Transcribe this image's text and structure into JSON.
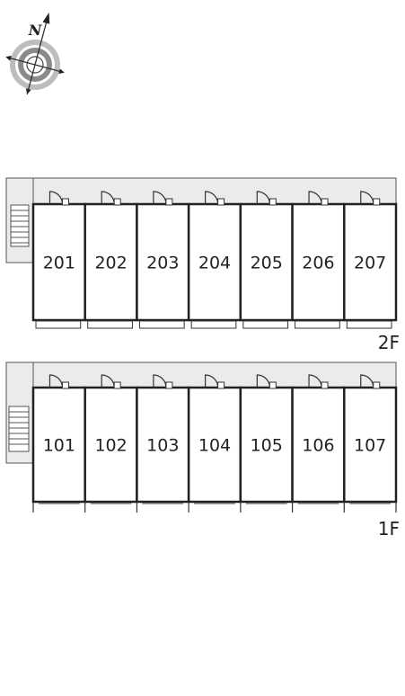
{
  "compass": {
    "north_label": "N",
    "icon": "compass-rose-icon"
  },
  "colors": {
    "corridor": "#ebebeb",
    "wall": "#222222",
    "outline": "#555555"
  },
  "floors": [
    {
      "id": "2F",
      "label": "2F",
      "units": [
        "201",
        "202",
        "203",
        "204",
        "205",
        "206",
        "207"
      ]
    },
    {
      "id": "1F",
      "label": "1F",
      "units": [
        "101",
        "102",
        "103",
        "104",
        "105",
        "106",
        "107"
      ]
    }
  ]
}
